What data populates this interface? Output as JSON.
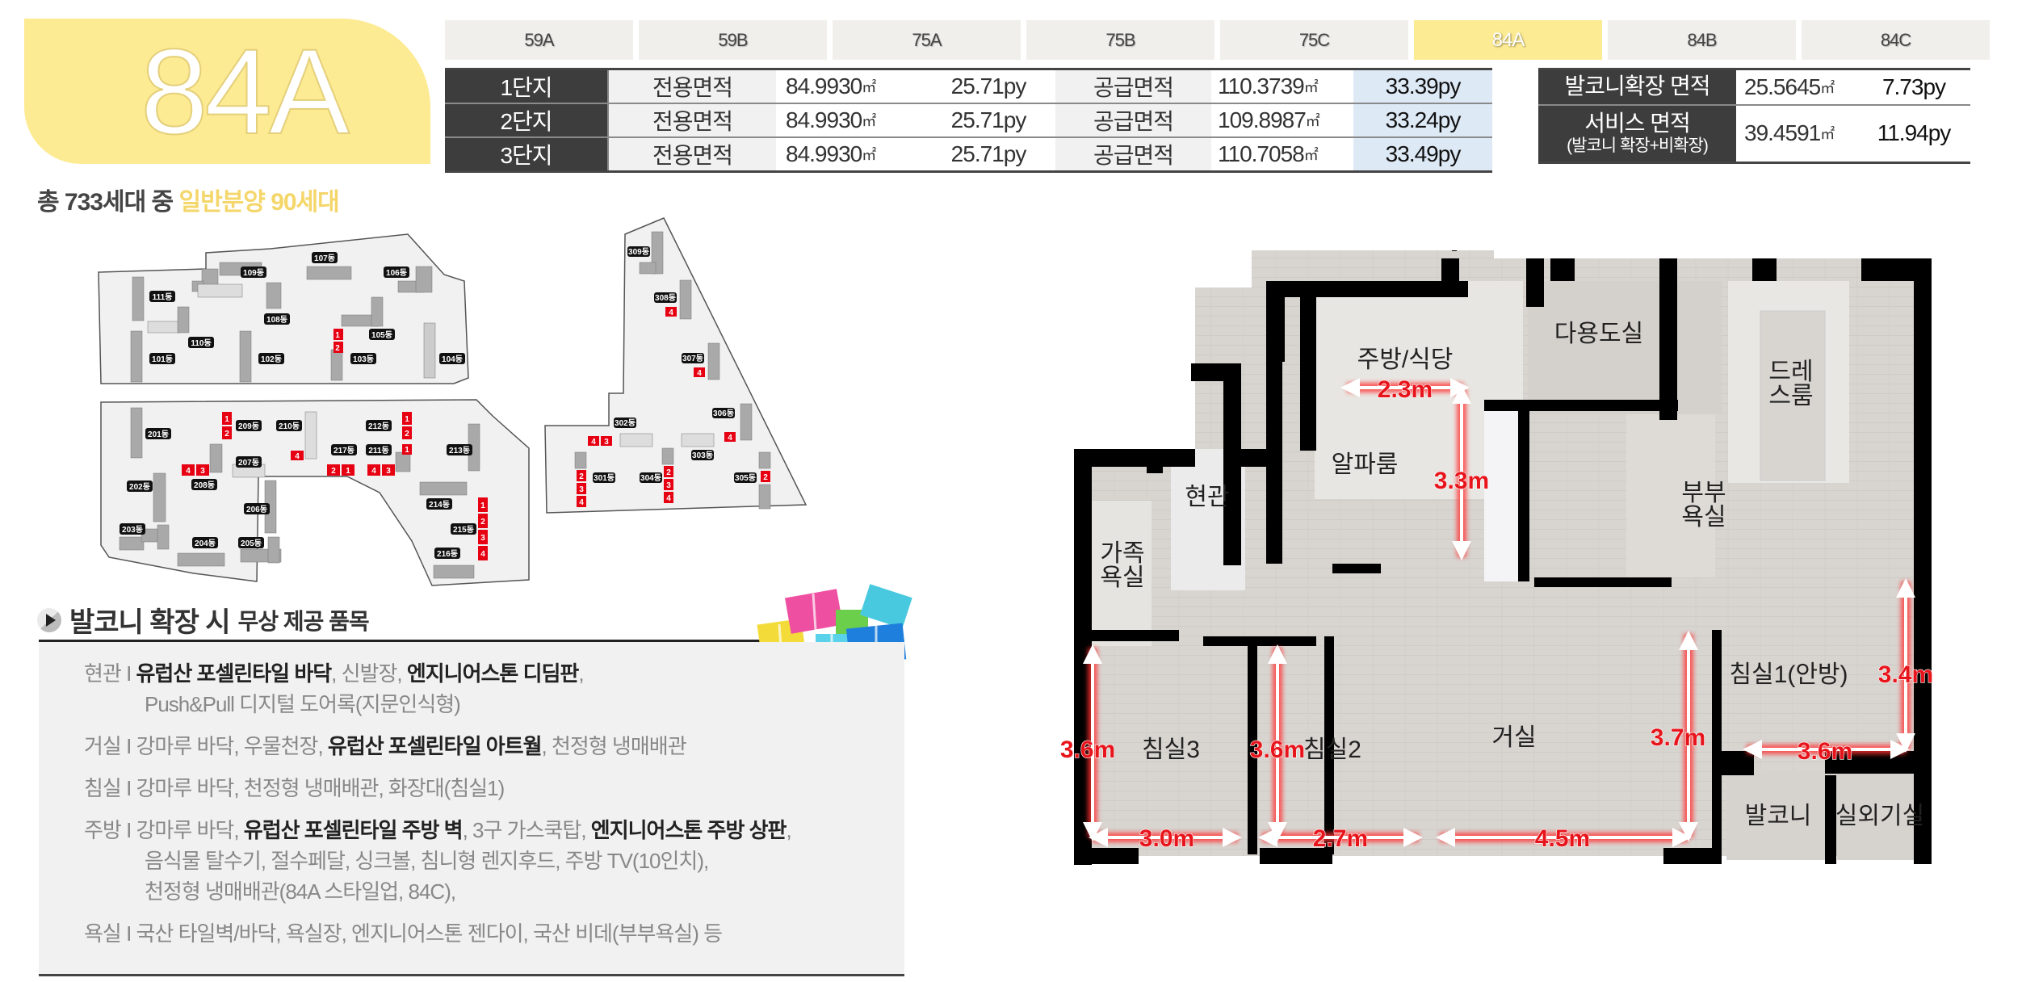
{
  "header": {
    "type_badge": "84A",
    "summary_prefix": "총 733세대 중 ",
    "summary_highlight": "일반분양 90세대"
  },
  "tabs": [
    {
      "label": "59A",
      "active": false
    },
    {
      "label": "59B",
      "active": false
    },
    {
      "label": "75A",
      "active": false
    },
    {
      "label": "75B",
      "active": false
    },
    {
      "label": "75C",
      "active": false
    },
    {
      "label": "84A",
      "active": true
    },
    {
      "label": "84B",
      "active": false
    },
    {
      "label": "84C",
      "active": false
    }
  ],
  "area_table": {
    "rows": [
      {
        "complex": "1단지",
        "exclusive_label": "전용면적",
        "exclusive_m2": "84.9930",
        "exclusive_py": "25.71py",
        "supply_label": "공급면적",
        "supply_m2": "110.3739",
        "supply_py": "33.39py"
      },
      {
        "complex": "2단지",
        "exclusive_label": "전용면적",
        "exclusive_m2": "84.9930",
        "exclusive_py": "25.71py",
        "supply_label": "공급면적",
        "supply_m2": "109.8987",
        "supply_py": "33.24py"
      },
      {
        "complex": "3단지",
        "exclusive_label": "전용면적",
        "exclusive_m2": "84.9930",
        "exclusive_py": "25.71py",
        "supply_label": "공급면적",
        "supply_m2": "110.7058",
        "supply_py": "33.49py"
      }
    ],
    "unit_m2": "㎡"
  },
  "extra_table": {
    "balcony_label": "발코니확장 면적",
    "balcony_m2": "25.5645",
    "balcony_py": "7.73py",
    "service_label": "서비스 면적",
    "service_sublabel": "(발코니 확장+비확장)",
    "service_m2": "39.4591",
    "service_py": "11.94py"
  },
  "site_maps": {
    "complex1": {
      "buildings": [
        "101동",
        "102동",
        "103동",
        "104동",
        "105동",
        "106동",
        "107동",
        "108동",
        "109동",
        "110동",
        "111동"
      ],
      "highlighted": {
        "103동": [
          "1",
          "2"
        ]
      }
    },
    "complex2": {
      "buildings": [
        "201동",
        "202동",
        "203동",
        "204동",
        "205동",
        "206동",
        "207동",
        "208동",
        "209동",
        "210동",
        "211동",
        "212동",
        "213동",
        "214동",
        "215동",
        "216동",
        "217동"
      ],
      "highlighted": {
        "208동": [
          "4",
          "3"
        ],
        "209동": [
          "1",
          "2"
        ],
        "210동": [
          "4"
        ],
        "211동": [
          "1",
          "4",
          "3"
        ],
        "212동": [
          "1",
          "2"
        ],
        "215동": [
          "1",
          "2",
          "3",
          "4"
        ],
        "217동": [
          "2",
          "1"
        ]
      }
    },
    "complex3": {
      "buildings": [
        "301동",
        "302동",
        "303동",
        "304동",
        "305동",
        "306동",
        "307동",
        "308동",
        "309동"
      ],
      "highlighted": {
        "301동": [
          "2",
          "3",
          "4"
        ],
        "302동": [
          "4",
          "3"
        ],
        "304동": [
          "2",
          "3",
          "4"
        ],
        "305동": [
          "2"
        ],
        "306동": [
          "4"
        ],
        "307동": [
          "4"
        ],
        "308동": [
          "4"
        ]
      }
    }
  },
  "free_items": {
    "title_main": "발코니 확장 시",
    "title_sub": "무상 제공 품목",
    "rows": [
      {
        "room": "현관",
        "segments": [
          {
            "text": "유럽산 포셀린타일 바닥",
            "bold": true
          },
          {
            "text": ", 신발장, ",
            "bold": false
          },
          {
            "text": "엔지니어스톤 디딤판",
            "bold": true
          },
          {
            "text": ",",
            "bold": false
          }
        ],
        "continuation": [
          "Push&Pull 디지털 도어록(지문인식형)"
        ]
      },
      {
        "room": "거실",
        "segments": [
          {
            "text": "강마루 바닥, 우물천장, ",
            "bold": false
          },
          {
            "text": "유럽산 포셀린타일 아트월",
            "bold": true
          },
          {
            "text": ", 천정형 냉매배관",
            "bold": false
          }
        ],
        "continuation": []
      },
      {
        "room": "침실",
        "segments": [
          {
            "text": "강마루 바닥, 천정형 냉매배관, 화장대(침실1)",
            "bold": false
          }
        ],
        "continuation": []
      },
      {
        "room": "주방",
        "segments": [
          {
            "text": "강마루 바닥, ",
            "bold": false
          },
          {
            "text": "유럽산 포셀린타일 주방 벽",
            "bold": true
          },
          {
            "text": ", 3구 가스쿡탑, ",
            "bold": false
          },
          {
            "text": "엔지니어스톤 주방 상판",
            "bold": true
          },
          {
            "text": ",",
            "bold": false
          }
        ],
        "continuation": [
          "음식물 탈수기, 절수페달, 싱크볼, 침니형 렌지후드, 주방 TV(10인치),",
          "천정형 냉매배관(84A 스타일업, 84C),"
        ]
      },
      {
        "room": "욕실",
        "segments": [
          {
            "text": "국산 타일벽/바닥, 욕실장, 엔지니어스톤 젠다이, 국산 비데(부부욕실) 등",
            "bold": false
          }
        ],
        "continuation": []
      }
    ],
    "separator": " I "
  },
  "floor_plan": {
    "rooms": [
      "주방/식당",
      "다용도실",
      "드레스룸",
      "알파룸",
      "현관",
      "가족욕실",
      "부부욕실",
      "침실3",
      "침실2",
      "거실",
      "침실1(안방)",
      "발코니",
      "실외기실"
    ],
    "dimensions": {
      "alpha_width": "2.3m",
      "alpha_depth": "3.3m",
      "bed3_depth": "3.6m",
      "bed3_width": "3.0m",
      "bed2_depth": "3.6m",
      "bed2_width": "2.7m",
      "living_width": "4.5m",
      "living_depth": "3.7m",
      "master_width": "3.6m",
      "master_depth": "3.4m"
    }
  },
  "colors": {
    "accent_yellow": "#fdeb93",
    "dark_cell": "#3d3d3d",
    "py_highlight": "#dde9f5",
    "dimension_red": "#e8141b",
    "highlight_unit": "#e60012"
  }
}
